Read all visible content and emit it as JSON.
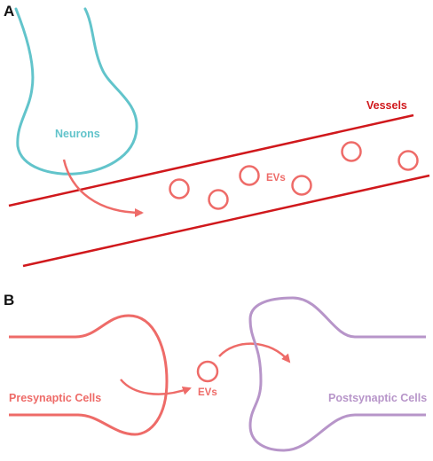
{
  "panel_a": {
    "letter": "A",
    "labels": {
      "neurons": "Neurons",
      "vessels": "Vessels",
      "evs": "EVs"
    }
  },
  "panel_b": {
    "letter": "B",
    "labels": {
      "presynaptic": "Presynaptic Cells",
      "postsynaptic": "Postsynaptic Cells",
      "evs": "EVs"
    }
  },
  "colors": {
    "neuron": "#62c4cb",
    "vessel": "#d0181c",
    "ev": "#ee6b68",
    "presynaptic": "#ee6b68",
    "postsynaptic": "#b795c9",
    "letter": "#111111"
  }
}
